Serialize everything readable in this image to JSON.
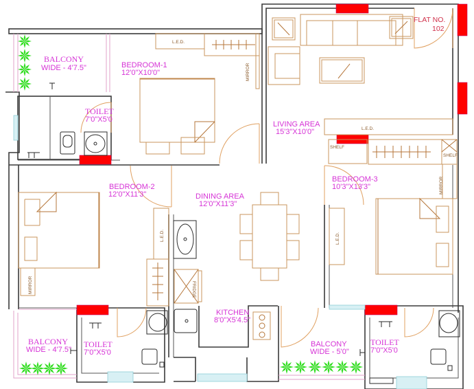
{
  "plan": {
    "flat_label_line1": "FLAT NO.",
    "flat_label_line2": "102",
    "rooms": {
      "balcony_top": {
        "name": "BALCONY",
        "size": "WIDE - 4'7.5\""
      },
      "bedroom1": {
        "name": "BEDROOM-1",
        "size": "12'0\"X10'0\""
      },
      "living": {
        "name": "LIVING AREA",
        "size": "15'3\"X10'0\""
      },
      "toilet_top": {
        "name": "TOILET",
        "size": "7'0\"X5'0"
      },
      "bedroom2": {
        "name": "BEDROOM-2",
        "size": "12'0\"X11'3\""
      },
      "dining": {
        "name": "DINING AREA",
        "size": "12'0\"X11'3\""
      },
      "bedroom3": {
        "name": "BEDROOM-3",
        "size": "10'3\"X13'3\""
      },
      "kitchen": {
        "name": "KITCHEN",
        "size": "8'0\"X5'4.5\""
      },
      "balcony_bl": {
        "name": "BALCONY",
        "size": "WIDE - 4'7.5\""
      },
      "toilet_bl": {
        "name": "TOILET",
        "size": "7'0\"X5'0"
      },
      "balcony_bm": {
        "name": "BALCONY",
        "size": "WIDE - 5'0\""
      },
      "toilet_br": {
        "name": "TOILET",
        "size": "7'0\"X5'0"
      }
    },
    "furniture_labels": {
      "led": "L.E.D.",
      "mirror": "MIRROR",
      "shelf": "SHELF",
      "fridge": "FRIDGE"
    }
  }
}
